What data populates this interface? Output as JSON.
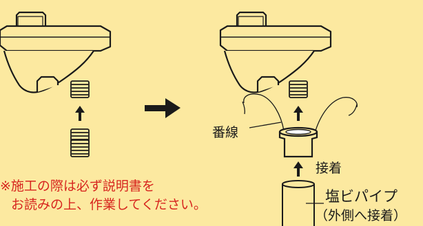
{
  "labels": {
    "wire": "番線",
    "adhesive": "接着",
    "pipe_name": "塩ビパイプ",
    "pipe_note": "（外側へ接着）"
  },
  "note": {
    "line1": "※施工の際は必ず説明書を",
    "line2": "お読みの上、作業してください。"
  },
  "colors": {
    "background": "#fce9a0",
    "line": "#1a1a1a",
    "note_text": "#d7261f"
  }
}
